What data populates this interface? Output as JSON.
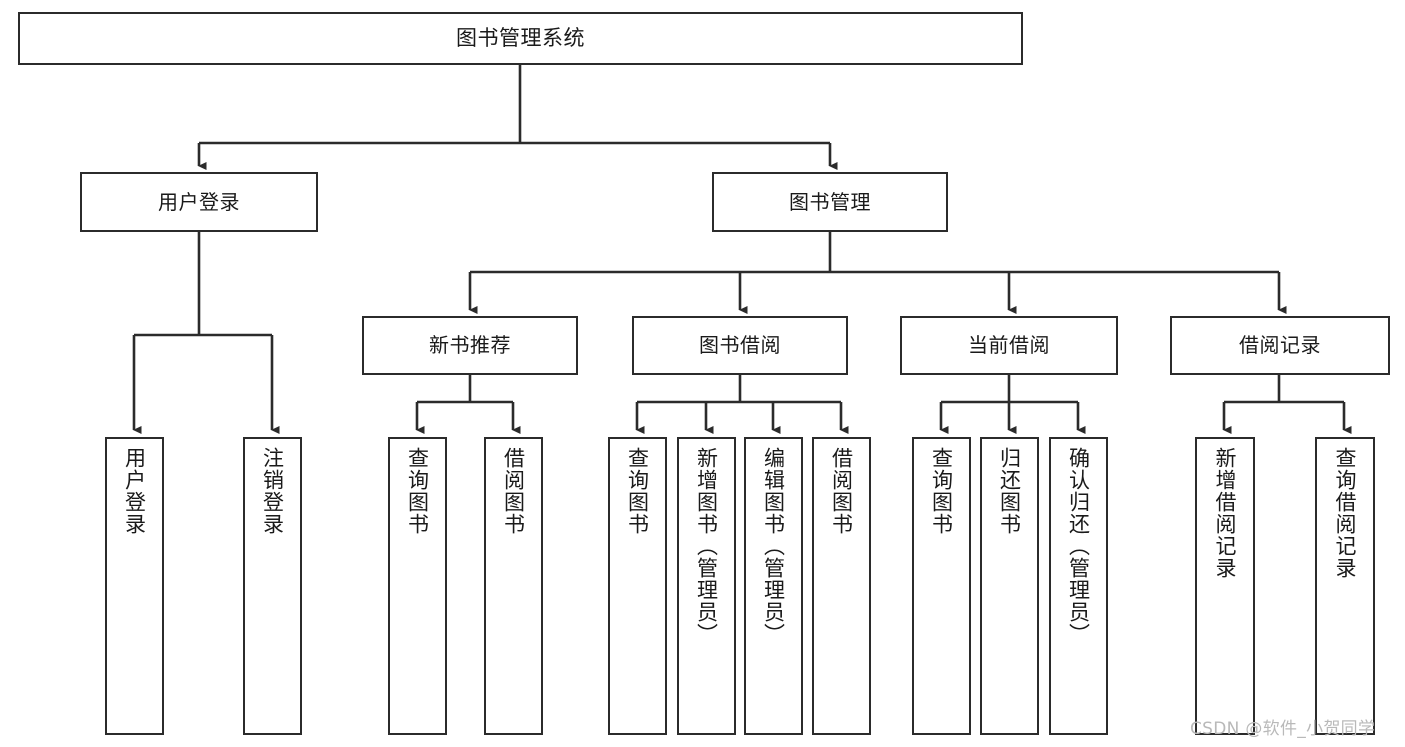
{
  "diagram": {
    "title": "图书管理系统",
    "type": "tree-hierarchy-diagram",
    "root": {
      "label": "图书管理系统"
    },
    "level_two": [
      {
        "label": "用户登录"
      },
      {
        "label": "图书管理"
      }
    ],
    "level_three": [
      {
        "label": "新书推荐"
      },
      {
        "label": "图书借阅"
      },
      {
        "label": "当前借阅"
      },
      {
        "label": "借阅记录"
      }
    ],
    "leaves": {
      "user_login": [
        {
          "label": "用户登录"
        },
        {
          "label": "注销登录"
        }
      ],
      "new_book_recommend": [
        {
          "label": "查询图书"
        },
        {
          "label": "借阅图书"
        }
      ],
      "book_borrow": [
        {
          "label": "查询图书"
        },
        {
          "label": "新增图书（管理员）"
        },
        {
          "label": "编辑图书（管理员）"
        },
        {
          "label": "借阅图书"
        }
      ],
      "current_borrow": [
        {
          "label": "查询图书"
        },
        {
          "label": "归还图书"
        },
        {
          "label": "确认归还（管理员）"
        }
      ],
      "borrow_record": [
        {
          "label": "新增借阅记录"
        },
        {
          "label": "查询借阅记录"
        }
      ]
    }
  },
  "watermark": {
    "text": "CSDN @软件_小贺同学"
  },
  "colors": {
    "stroke": "#2b2b2b",
    "background": "#ffffff",
    "text": "#1a1a1a",
    "watermark": "#b9b9b9"
  }
}
